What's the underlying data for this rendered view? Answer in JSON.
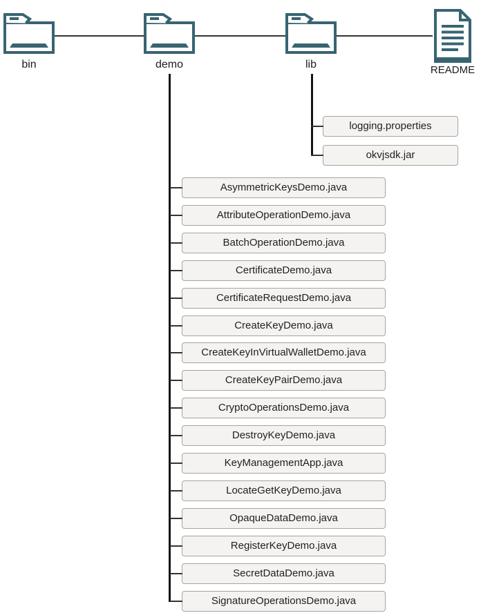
{
  "diagram_title": "directory-structure",
  "nodes": {
    "bin": {
      "label": "bin"
    },
    "demo": {
      "label": "demo"
    },
    "lib": {
      "label": "lib"
    },
    "readme": {
      "label": "README"
    }
  },
  "lib_files": [
    "logging.properties",
    "okvjsdk.jar"
  ],
  "demo_files": [
    "AsymmetricKeysDemo.java",
    "AttributeOperationDemo.java",
    "BatchOperationDemo.java",
    "CertificateDemo.java",
    "CertificateRequestDemo.java",
    "CreateKeyDemo.java",
    "CreateKeyInVirtualWalletDemo.java",
    "CreateKeyPairDemo.java",
    "CryptoOperationsDemo.java",
    "DestroyKeyDemo.java",
    "KeyManagementApp.java",
    "LocateGetKeyDemo.java",
    "OpaqueDataDemo.java",
    "RegisterKeyDemo.java",
    "SecretDataDemo.java",
    "SignatureOperationsDemo.java"
  ],
  "colors": {
    "icon_stroke": "#386472",
    "connector": "#333333",
    "trunk": "#141414",
    "box_bg": "#f5f3f1",
    "box_border": "#a8a39b",
    "box_text": "#1f1f1f",
    "label_text": "#1c1c1c"
  }
}
